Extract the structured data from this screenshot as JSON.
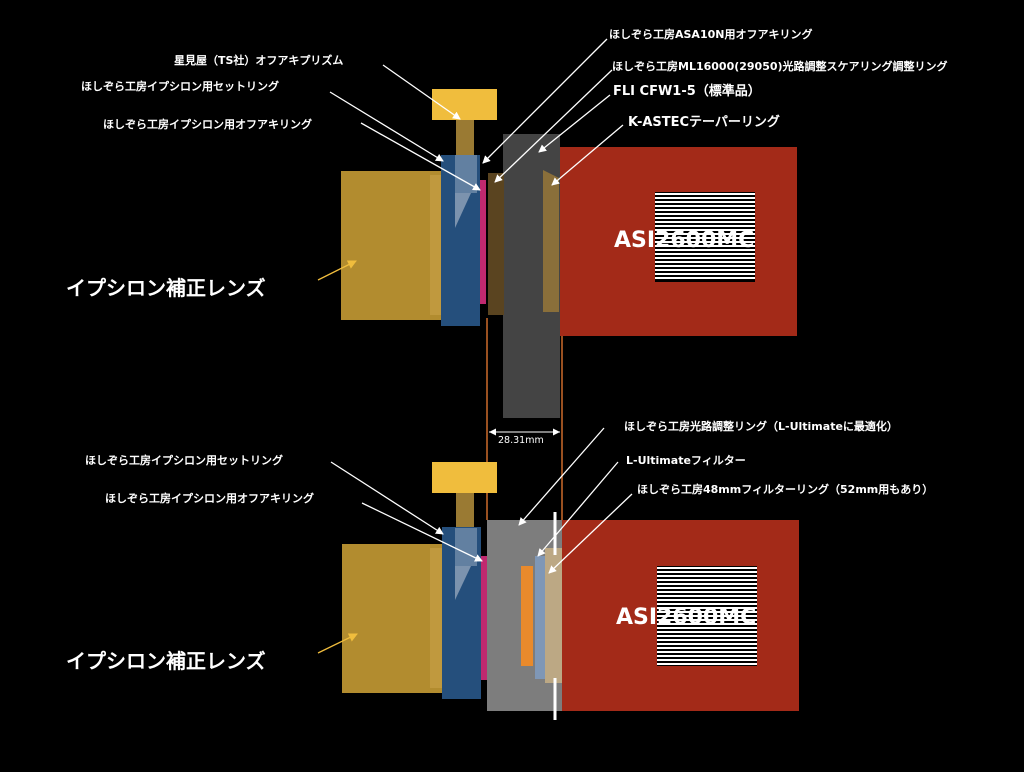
{
  "colors": {
    "background": "#000000",
    "lens": "#b28c2f",
    "lens_shade": "#c9a24a",
    "knob": "#f0bd3d",
    "knob_stem": "#9a7a33",
    "set_ring": "#254f7c",
    "prism_wedge": "#7c93ae",
    "magenta_ring": "#c0296f",
    "brown_ring": "#5a4420",
    "filter_wheel": "#444444",
    "taper_ring": "#8a6f3a",
    "camera": "#a32a18",
    "sensor": "#ffffff",
    "adjust_ring": "#7d7d7d",
    "filter_orange": "#e98a2c",
    "filter_blue": "#7f97b6",
    "ring48": "#bca884",
    "guide_line": "#cc6a2a",
    "arrow": "#ffffff",
    "arrow_lens": "#f0bd3d"
  },
  "top": {
    "labels": {
      "asa_off_axis": "ほしぞら工房ASA10N用オフアキリング",
      "hoshimiya_prism": "星見屋（TS社）オフアキプリズム",
      "ml16000_ring": "ほしぞら工房ML16000(29050)光路調整スケアリング調整リング",
      "epsilon_set_ring": "ほしぞら工房イプシロン用セットリング",
      "fli_cfw": "FLI CFW1-5（標準品）",
      "epsilon_off_axis": "ほしぞら工房イプシロン用オフアキリング",
      "kastec_taper": "K-ASTECテーパーリング",
      "lens": "イプシロン補正レンズ",
      "camera": "ASI2600MC"
    }
  },
  "dimension": {
    "label": "28.31mm"
  },
  "bottom": {
    "labels": {
      "epsilon_set_ring": "ほしぞら工房イプシロン用セットリング",
      "adjust_ring": "ほしぞら工房光路調整リング（L-Ultimateに最適化）",
      "filter": "L-Ultimateフィルター",
      "epsilon_off_axis": "ほしぞら工房イプシロン用オフアキリング",
      "filter_ring": "ほしぞら工房48mmフィルターリング（52mm用もあり）",
      "lens": "イプシロン補正レンズ",
      "camera": "ASI2600MC"
    }
  }
}
